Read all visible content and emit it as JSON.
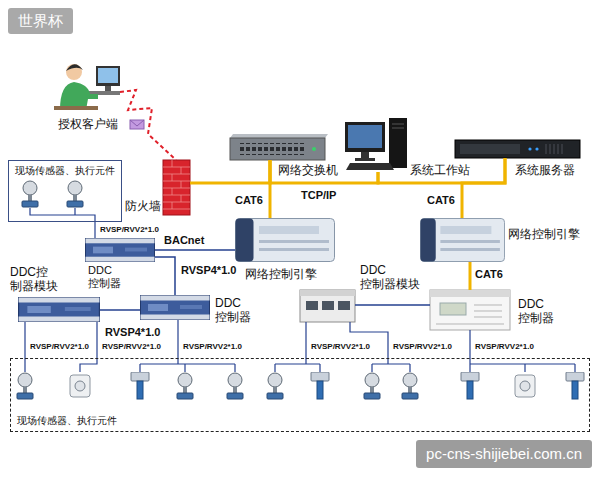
{
  "diagram": {
    "nodes": [
      {
        "text": [
          "现场传感器、执行元件"
        ]
      },
      {
        "text": [
          "授权客户端"
        ]
      },
      {
        "text": [
          "防火墙"
        ]
      },
      {
        "text": [
          "网络交换机"
        ]
      },
      {
        "text": [
          "系统工作站"
        ]
      },
      {
        "text": [
          "系统服务器"
        ]
      },
      {
        "text": [
          "网络控制引擎"
        ]
      },
      {
        "text": [
          "网络控制引擎"
        ]
      },
      {
        "text": [
          "DDC 控制器"
        ]
      },
      {
        "text": [
          "DDC控 制器模块"
        ]
      },
      {
        "text": [
          "DDC 控制器"
        ]
      },
      {
        "text": [
          "DDC 控制器模块"
        ]
      },
      {
        "text": [
          "DDC 控制器"
        ]
      },
      {
        "text": [
          "现场传感器、执行元件"
        ]
      }
    ],
    "edges": [
      {
        "from": 1,
        "to": 2,
        "arrow": "none"
      },
      {
        "from": 2,
        "to": 3,
        "arrow": "none"
      },
      {
        "from": 3,
        "to": 4,
        "label": "TCP/IP",
        "arrow": "none"
      },
      {
        "from": 4,
        "to": 5,
        "arrow": "none"
      },
      {
        "from": 3,
        "to": 6,
        "label": "CAT6",
        "arrow": "none"
      },
      {
        "from": 5,
        "to": 7,
        "label": "CAT6",
        "arrow": "none"
      },
      {
        "from": 6,
        "to": 8,
        "label": "BACnet",
        "arrow": "none"
      },
      {
        "from": 8,
        "to": 10,
        "label": "RVSP4*1.0",
        "arrow": "none"
      },
      {
        "from": 9,
        "to": 10,
        "label": "RVSP4*1.0",
        "arrow": "none"
      },
      {
        "from": 0,
        "to": 8,
        "label": "RVSP/RVV2*1.0",
        "arrow": "none"
      },
      {
        "from": 9,
        "to": 13,
        "label": "RVSP/RVV2*1.0",
        "arrow": "none"
      },
      {
        "from": 9,
        "to": 13,
        "label": "RVSP/RVV2*1.0",
        "arrow": "none"
      },
      {
        "from": 10,
        "to": 13,
        "label": "RVSP/RVV2*1.0",
        "arrow": "none"
      },
      {
        "from": 11,
        "to": 13,
        "label": "RVSP/RVV2*1.0",
        "arrow": "none"
      },
      {
        "from": 11,
        "to": 13,
        "label": "RVSP/RVV2*1.0",
        "arrow": "none"
      },
      {
        "from": 12,
        "to": 13,
        "label": "RVSP/RVV2*1.0",
        "arrow": "none"
      },
      {
        "from": 7,
        "to": 12,
        "label": "CAT6",
        "arrow": "none"
      },
      {
        "from": 11,
        "to": 12,
        "arrow": "none"
      }
    ],
    "labels": [
      "世界杯",
      "pc-cns-shijiebei.com.cn"
    ]
  }
}
